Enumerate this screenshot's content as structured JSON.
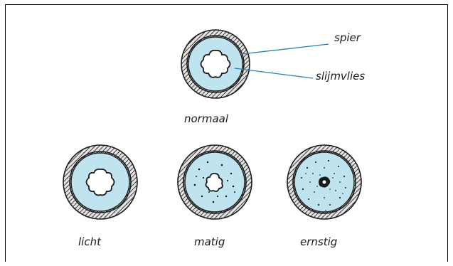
{
  "labels": {
    "spier": "spier",
    "slijmvlies": "slijmvlies",
    "normaal": "normaal",
    "licht": "licht",
    "matig": "matig",
    "ernstig": "ernstig"
  },
  "colors": {
    "mucosa": "#bfe3ef",
    "lumen": "#ffffff",
    "muscle_fill": "#dcdcdc",
    "outline": "#1a1a1a",
    "leader": "#2a7fb0"
  }
}
